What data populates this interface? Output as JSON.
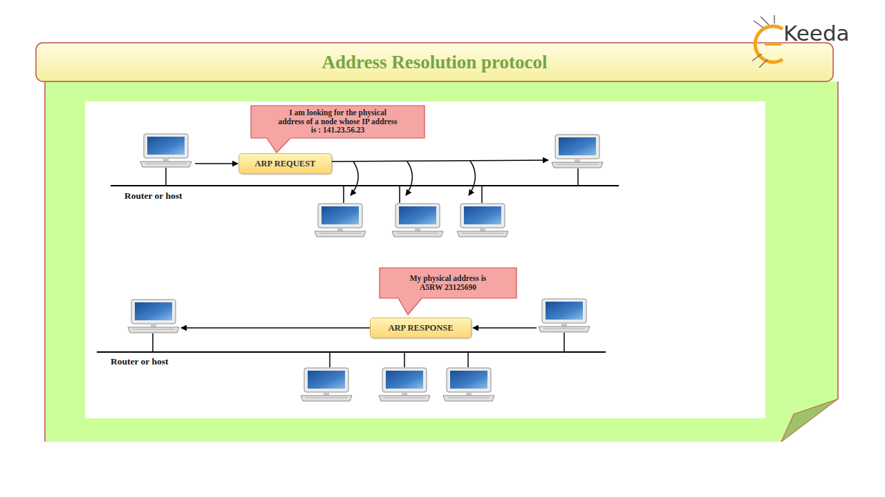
{
  "diagram": {
    "title": "Address Resolution protocol",
    "nodes": [
      {
        "text": [
          "I am looking for the physical address of a node whose IP address is : 141.23.56.23"
        ]
      },
      {
        "text": [
          "ARP REQUEST"
        ]
      },
      {
        "text": [
          "My physical address is A5RW 23125690"
        ]
      },
      {
        "text": [
          "ARP RESPONSE"
        ]
      }
    ],
    "labels": [
      "Keeda",
      "Router or host",
      "Router or host"
    ]
  }
}
